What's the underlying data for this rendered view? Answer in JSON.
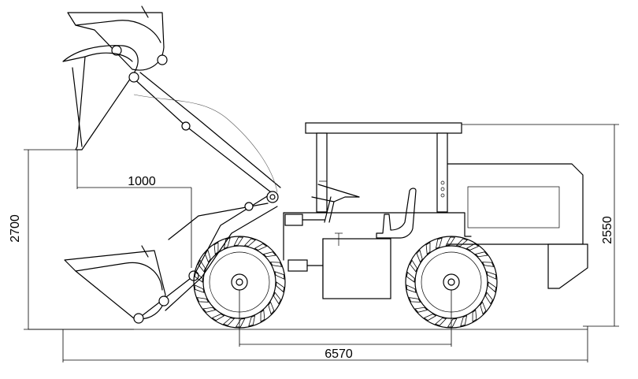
{
  "dimensions": {
    "bucket_reach": "1000",
    "max_height": "2700",
    "cab_height": "2550",
    "overall_length": "6570"
  }
}
